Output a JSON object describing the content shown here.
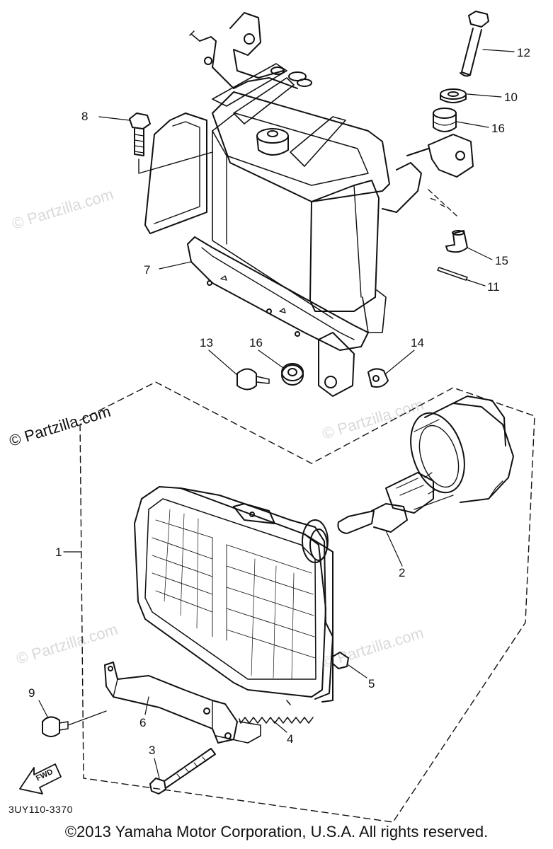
{
  "diagram": {
    "code": "3UY110-3370",
    "copyright": "©2013 Yamaha Motor Corporation, U.S.A. All rights reserved.",
    "fwd_label": "FWD",
    "watermarks": [
      "© Partzilla.com",
      "© Partzilla.com",
      "© Partzilla.com",
      "© Partzilla.com",
      "© Partzilla.com"
    ],
    "callouts": {
      "c1": "1",
      "c2": "2",
      "c3": "3",
      "c4": "4",
      "c5": "5",
      "c6": "6",
      "c7": "7",
      "c8": "8",
      "c9": "9",
      "c10": "10",
      "c11": "11",
      "c12": "12",
      "c13": "13",
      "c14": "14",
      "c15": "15",
      "c16a": "16",
      "c16b": "16"
    }
  }
}
